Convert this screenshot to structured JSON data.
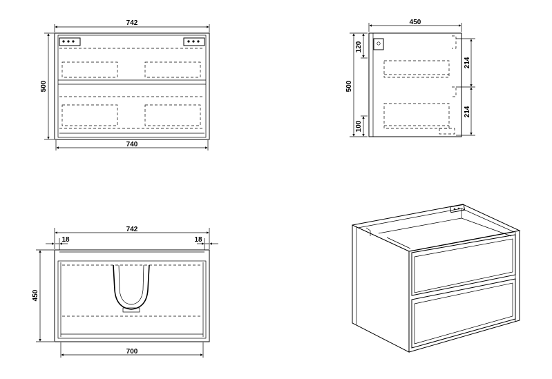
{
  "views": {
    "front": {
      "dims": {
        "top_width": "742",
        "bottom_width": "740",
        "height": "500"
      }
    },
    "side": {
      "dims": {
        "width": "450",
        "height": "500",
        "top_offset": "120",
        "bottom_offset": "100",
        "drawer_upper": "214",
        "drawer_lower": "214"
      }
    },
    "top": {
      "dims": {
        "width": "742",
        "side_left": "18",
        "side_right": "18",
        "depth": "450",
        "inner_width": "700"
      }
    },
    "iso": {}
  },
  "colors": {
    "line": "#000000",
    "background": "#ffffff"
  }
}
